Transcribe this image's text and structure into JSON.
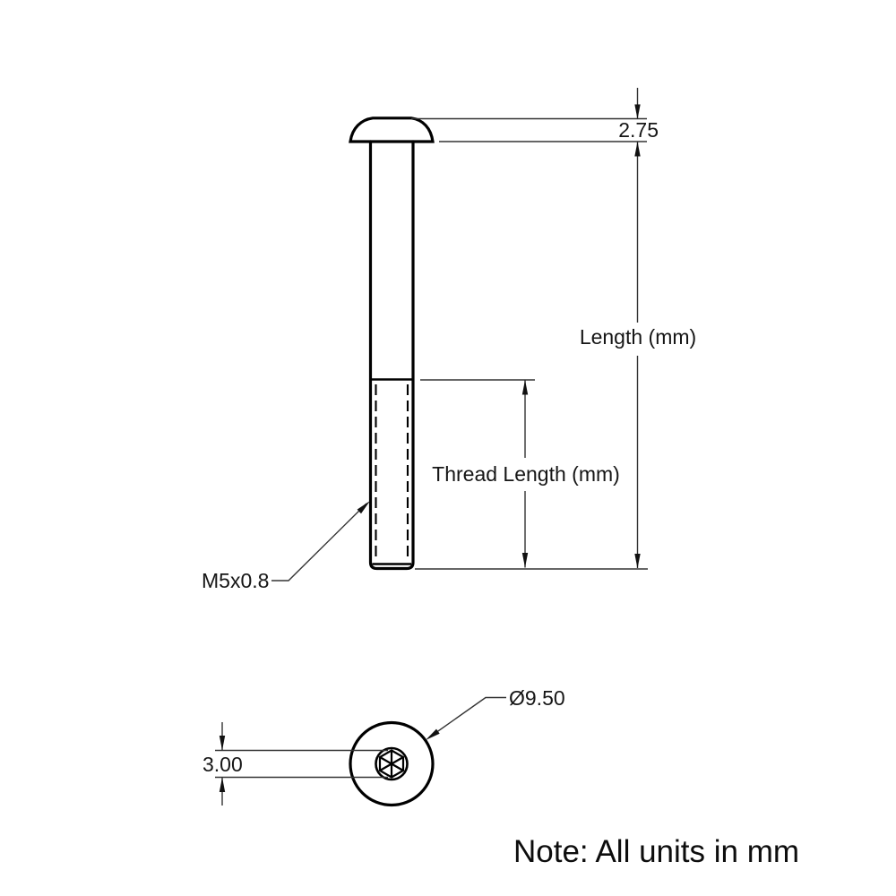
{
  "front_view": {
    "head_height": "2.75",
    "length_label": "Length (mm)",
    "thread_length_label": "Thread Length (mm)",
    "thread_spec": "M5x0.8"
  },
  "bottom_view": {
    "head_diameter": "Ø9.50",
    "socket_size": "3.00"
  },
  "note": "Note: All units in mm",
  "colors": {
    "outline": "#000000",
    "dimension_line": "#333333",
    "text": "#161616",
    "background": "#ffffff"
  }
}
